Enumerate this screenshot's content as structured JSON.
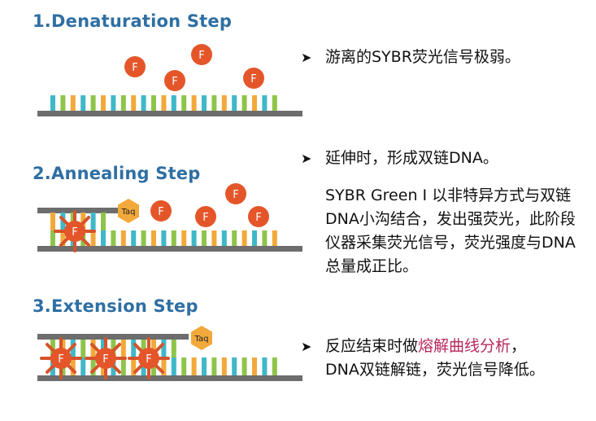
{
  "steps": [
    {
      "title": "1.Denaturation Step"
    },
    {
      "title": "2.Annealing Step"
    },
    {
      "title": "3.Extension Step"
    }
  ],
  "notes": {
    "n1": "游离的SYBR荧光信号极弱。",
    "n2": "延伸时，形成双链DNA。",
    "n2_detail": "SYBR Green I 以非特异方式与双链DNA小沟结合，发出强荧光，此阶段仪器采集荧光信号，荧光强度与DNA总量成正比。",
    "n3_before": "反应结束时做",
    "n3_highlight": "熔解曲线分析",
    "n3_after": "，",
    "n3_line2": "DNA双链解链，荧光信号降低。"
  },
  "labels": {
    "fluor": "F",
    "enzyme": "Taq"
  },
  "colors": {
    "title": "#2f6fa3",
    "strand": "#6d6d6d",
    "fluor": "#e4562a",
    "enzyme": "#f2a93b",
    "highlight": "#b8285c",
    "base_colors": [
      "#3fb8c8",
      "#8fc44b",
      "#f2a93b"
    ]
  }
}
